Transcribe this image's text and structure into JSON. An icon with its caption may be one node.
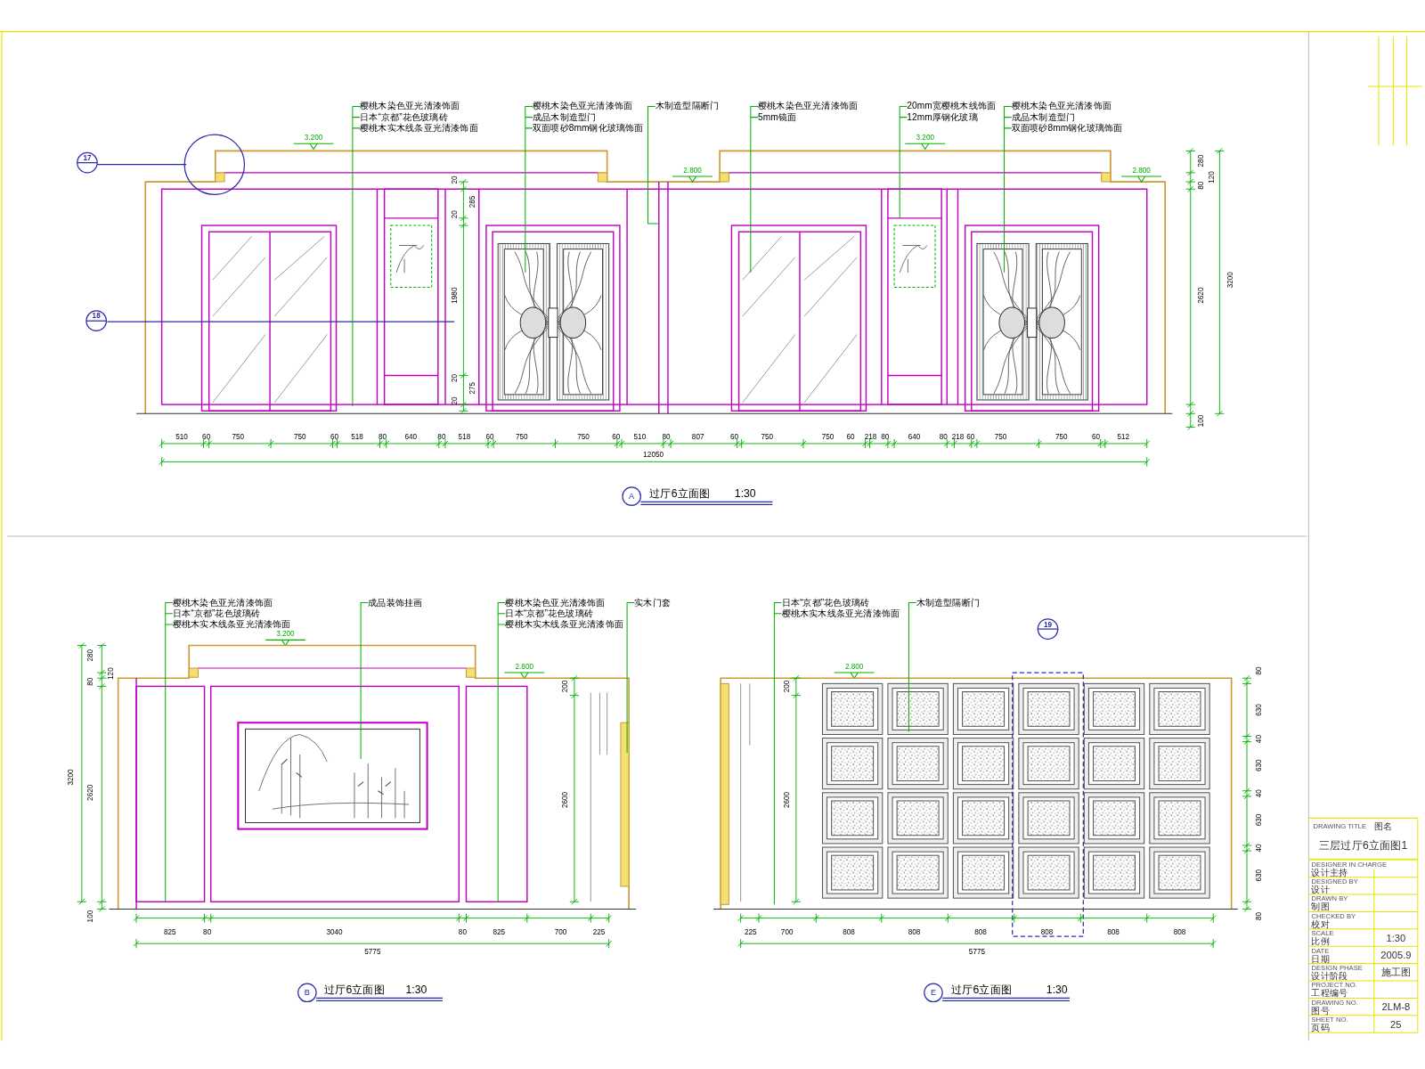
{
  "diagram": {
    "nodes": [
      {
        "text": [
          "樱桃木染色亚光清漆饰面",
          "日本“京都”花色玻璃砖",
          "樱桃木实木线条亚光清漆饰面"
        ]
      },
      {
        "text": [
          "樱桃木染色亚光清漆饰面",
          "成品木制造型门",
          "双面喷砂8mm钢化玻璃饰面"
        ]
      },
      {
        "text": [
          "木制造型隔断门"
        ]
      },
      {
        "text": [
          "樱桃木染色亚光清漆饰面",
          "5mm镜面"
        ]
      },
      {
        "text": [
          "20mm宽樱桃木线饰面",
          "12mm厚钢化玻璃"
        ]
      },
      {
        "text": [
          "樱桃木染色亚光清漆饰面",
          "成品木制造型门",
          "双面喷砂8mm钢化玻璃饰面"
        ]
      },
      {
        "text": [
          "樱桃木染色亚光清漆饰面",
          "日本“京都”花色玻璃砖",
          "樱桃木实木线条亚光清漆饰面"
        ]
      },
      {
        "text": [
          "成品装饰挂画"
        ]
      },
      {
        "text": [
          "樱桃木染色亚光清漆饰面",
          "日本“京都”花色玻璃砖",
          "樱桃木实木线条亚光清漆饰面"
        ]
      },
      {
        "text": [
          "实木门套"
        ]
      },
      {
        "text": [
          "日本“京都”花色玻璃砖",
          "樱桃木实木线条亚光清漆饰面"
        ]
      },
      {
        "text": [
          "木制造型隔断门"
        ]
      }
    ],
    "edges": [
      {
        "from": 0,
        "to": null,
        "arrow": "none"
      },
      {
        "from": 1,
        "to": null,
        "arrow": "none"
      },
      {
        "from": 2,
        "to": null,
        "arrow": "none"
      },
      {
        "from": 3,
        "to": null,
        "arrow": "none"
      },
      {
        "from": 4,
        "to": null,
        "arrow": "none"
      },
      {
        "from": 5,
        "to": null,
        "arrow": "none"
      },
      {
        "from": 6,
        "to": null,
        "arrow": "none"
      },
      {
        "from": 7,
        "to": null,
        "arrow": "none"
      },
      {
        "from": 8,
        "to": null,
        "arrow": "none"
      },
      {
        "from": 9,
        "to": null,
        "arrow": "none"
      },
      {
        "from": 10,
        "to": null,
        "arrow": "none"
      },
      {
        "from": 11,
        "to": null,
        "arrow": "none"
      }
    ],
    "labels": [
      "17",
      "18",
      "3.200",
      "2.800",
      "3.200",
      "2.800",
      "20",
      "285",
      "20",
      "1980",
      "20",
      "275",
      "20",
      "280",
      "120",
      "80",
      "2620",
      "3200",
      "100",
      "510",
      "60",
      "750",
      "750",
      "60",
      "518",
      "80",
      "640",
      "80",
      "518",
      "60",
      "750",
      "750",
      "60",
      "510",
      "80",
      "807",
      "60",
      "750",
      "750",
      "60",
      "218",
      "80",
      "640",
      "80",
      "218",
      "60",
      "750",
      "750",
      "60",
      "512",
      "12050",
      "A",
      "过厅6立面图",
      "1:30",
      "3.200",
      "2.800",
      "200",
      "2600",
      "280",
      "120",
      "80",
      "3200",
      "2620",
      "100",
      "825",
      "80",
      "3040",
      "80",
      "825",
      "700",
      "225",
      "5775",
      "B",
      "过厅6立面图",
      "1:30",
      "19",
      "2.800",
      "200",
      "2600",
      "80",
      "630",
      "40",
      "630",
      "40",
      "630",
      "40",
      "630",
      "80",
      "225",
      "700",
      "808",
      "808",
      "808",
      "808",
      "808",
      "808",
      "5775",
      "E",
      "过厅6立面图",
      "1:30",
      "DRAWING TITLE",
      "图名",
      "三层过厅6立面图1",
      "DESIGNER IN CHARGE",
      "设计主持",
      "DESIGNED BY",
      "设计",
      "DRAWN BY",
      "制图",
      "CHECKED BY",
      "校对",
      "SCALE",
      "比例",
      "1:30",
      "DATE",
      "日期",
      "2005.9",
      "DESIGN PHASE",
      "设计阶段",
      "施工图",
      "PROJECT NO.",
      "工程编号",
      "DRAWING NO.",
      "图号",
      "2LM-8",
      "SHEET NO.",
      "页码",
      "25"
    ]
  }
}
